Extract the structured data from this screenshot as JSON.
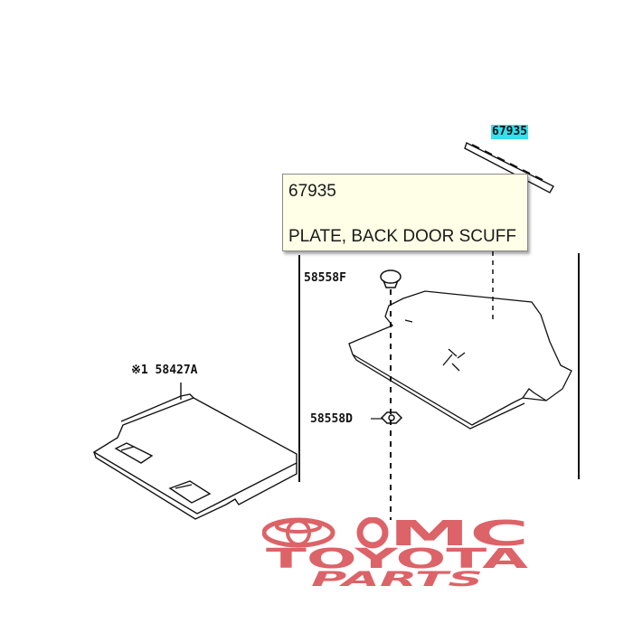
{
  "labels": {
    "part_67935": "67935",
    "part_58558f": "58558F",
    "part_58427a": "※1 58427A",
    "part_58558d": "58558D"
  },
  "tooltip": {
    "part_number": "67935",
    "description": "PLATE, BACK DOOR SCUFF"
  },
  "watermark": {
    "line1": "MC",
    "line2": "TOYOTA",
    "line3": "PARTS"
  },
  "colors": {
    "highlight": "#33e0f0",
    "tooltip_bg": "#fffee6",
    "watermark": "#d7484d",
    "line": "#111111"
  }
}
